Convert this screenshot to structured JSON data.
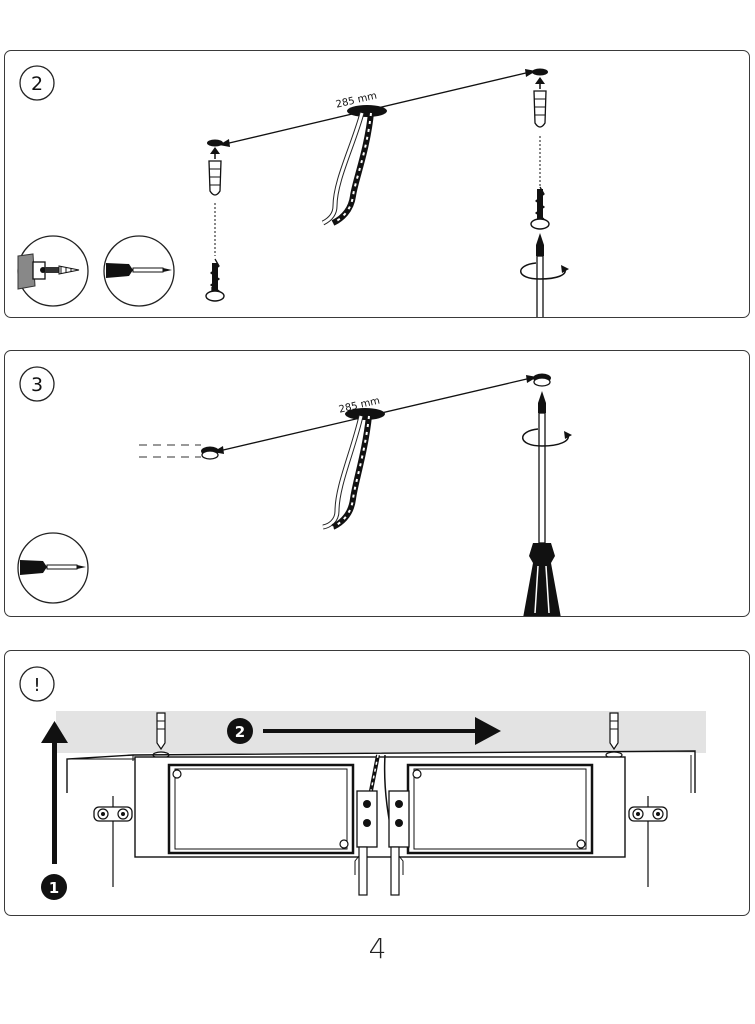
{
  "steps": [
    {
      "badge": "2",
      "distance_label": "285 mm"
    },
    {
      "badge": "3",
      "distance_label": "285 mm"
    }
  ],
  "warning": {
    "badge": "!",
    "arrow_numbers": [
      "1",
      "2"
    ]
  },
  "page_number": "4",
  "colors": {
    "stroke": "#1a1a1a",
    "ceiling": "#e3e3e3",
    "panel_border": "#3a3a3a"
  }
}
